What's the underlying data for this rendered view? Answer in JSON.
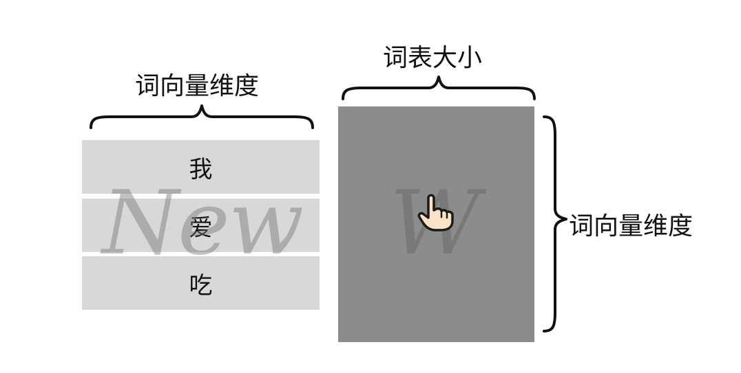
{
  "labels": {
    "left_top": "词向量维度",
    "right_top": "词表大小",
    "right_side": "词向量维度"
  },
  "rows": [
    "我",
    "爱",
    "吃"
  ],
  "watermarks": {
    "left": "New",
    "right": "W"
  },
  "colors": {
    "row_fill": "#d8d8d8",
    "matrix_fill": "#8c8c8c",
    "brace": "#111111"
  },
  "icons": {
    "cursor": "pointing-hand-icon"
  }
}
